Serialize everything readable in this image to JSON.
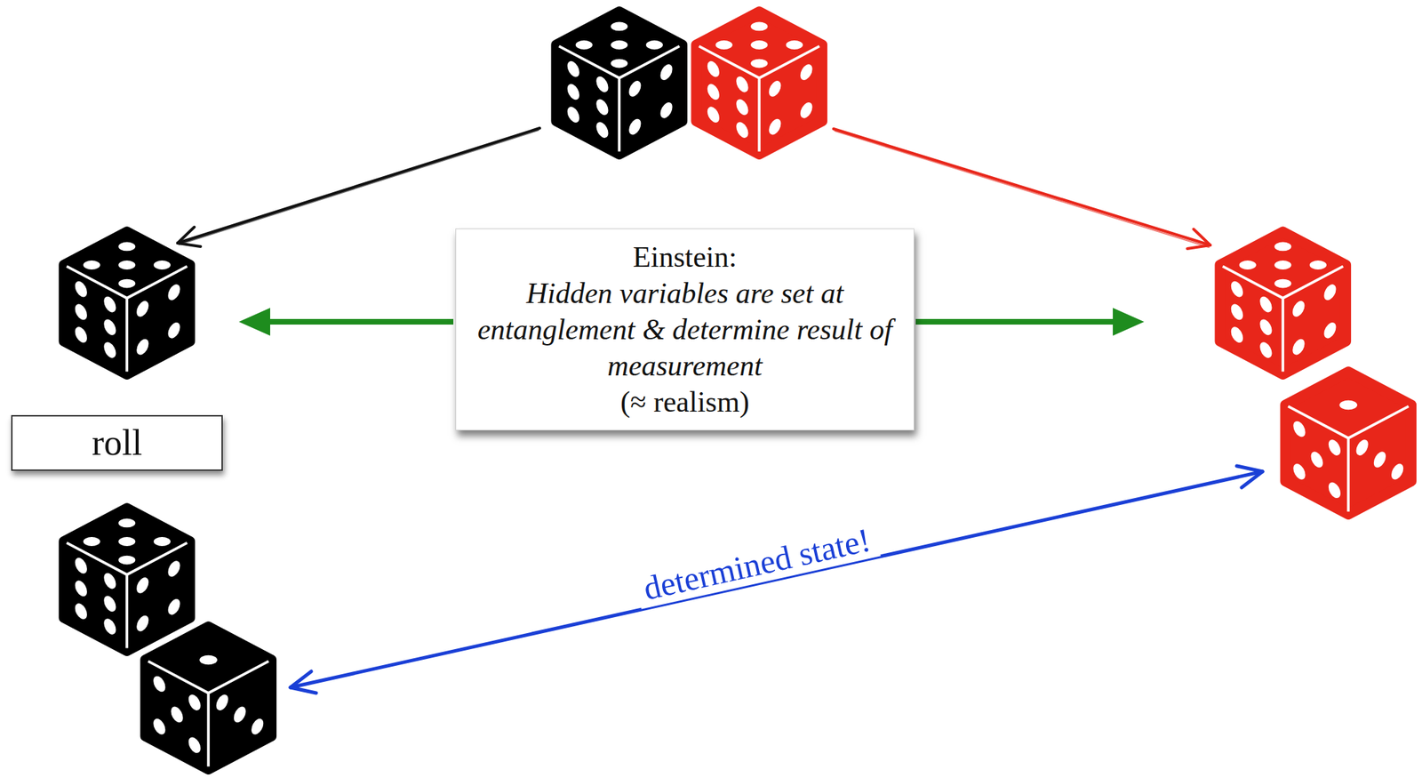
{
  "diagram": {
    "nodes": [
      {
        "text": [
          "Einstein:",
          "Hidden variables are set at entanglement & determine result of measurement",
          "(≈ realism)"
        ]
      },
      {
        "text": [
          "roll"
        ]
      }
    ],
    "labels": [
      "determined state!"
    ]
  }
}
